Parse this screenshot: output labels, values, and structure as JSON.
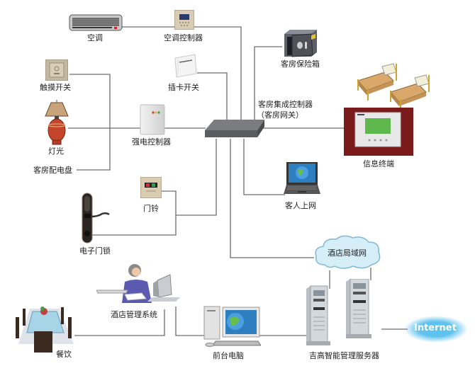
{
  "diagram": {
    "nodes": {
      "ac": {
        "label": "空调"
      },
      "ac_controller": {
        "label": "空调控制器"
      },
      "safe": {
        "label": "客房保险箱"
      },
      "touch_switch": {
        "label": "触摸开关"
      },
      "card_switch": {
        "label": "插卡开关"
      },
      "lamp": {
        "label": "灯光"
      },
      "power_controller": {
        "label": "强电控制器"
      },
      "distribution_panel": {
        "label": "客房配电盘"
      },
      "room_controller": {
        "label_line1": "客房集成控制器",
        "label_line2": "（客房网关）"
      },
      "info_terminal": {
        "label": "信息终端"
      },
      "guest_internet": {
        "label": "客人上网"
      },
      "doorbell": {
        "label": "门铃"
      },
      "door_lock": {
        "label": "电子门锁"
      },
      "hotel_lan": {
        "label": "酒店局域网"
      },
      "internet": {
        "label": "Internet"
      },
      "hotel_mgmt": {
        "label": "酒店管理系统"
      },
      "dining": {
        "label": "餐饮"
      },
      "front_desk": {
        "label": "前台电脑"
      },
      "servers": {
        "label": "吉高智能管理服务器"
      }
    },
    "colors": {
      "wire": "#6e6e6e",
      "switch_top": "#7a7c80",
      "switch_side": "#5a5c60",
      "cloud_fill": "#d6eef8",
      "cloud_stroke": "#7fb9d6",
      "internet_fill": "#5ec2ee",
      "terminal_frame": "#7a1a1a",
      "terminal_screen": "#5fb84e"
    }
  }
}
